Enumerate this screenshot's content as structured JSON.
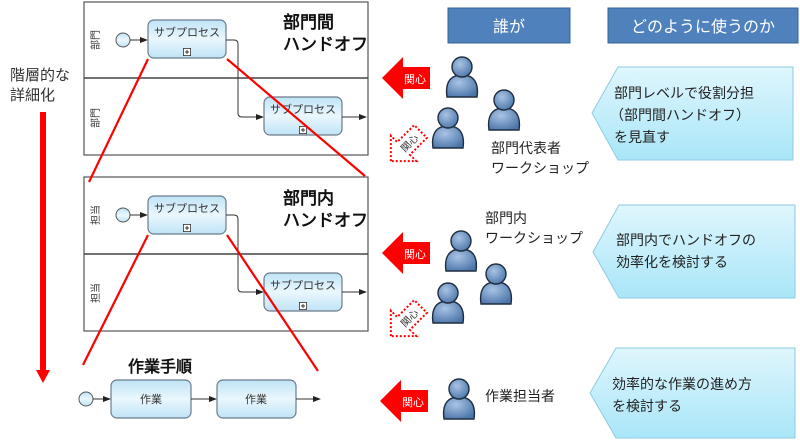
{
  "left": {
    "hierarchy_label": [
      "階層的な",
      "詳細化"
    ],
    "pools": [
      {
        "title": [
          "部門間",
          "ハンドオフ"
        ],
        "lane_labels": [
          "部門",
          "部門"
        ],
        "tasks": [
          "サブプロセス",
          "サブプロセス"
        ]
      },
      {
        "title": [
          "部門内",
          "ハンドオフ"
        ],
        "lane_labels": [
          "担当",
          "担当"
        ],
        "tasks": [
          "サブプロセス",
          "サブプロセス"
        ]
      }
    ],
    "work": {
      "title": "作業手順",
      "tasks": [
        "作業",
        "作業"
      ]
    }
  },
  "headers": {
    "who": "誰が",
    "how": "どのように使うのか"
  },
  "rows": [
    {
      "interest": "関心",
      "indirect_interest": "関心",
      "who": [
        "部門代表者",
        "ワークショップ"
      ],
      "how": [
        "部門レベルで役割分担",
        "（部門間ハンドオフ）",
        "を見直す"
      ]
    },
    {
      "interest": "関心",
      "indirect_interest": "関心",
      "who": [
        "部門内",
        "ワークショップ"
      ],
      "how": [
        "部門内でハンドオフの",
        "効率化を検討する"
      ]
    },
    {
      "interest": "関心",
      "who": [
        "作業担当者"
      ],
      "how": [
        "効率的な作業の進め方",
        "を検討する"
      ]
    }
  ],
  "colors": {
    "header": "#4f81bd",
    "accent_red": "#ff0000",
    "callout": "#c5eefa",
    "person": "#5b84b8"
  },
  "icons": [
    "person-icon",
    "left-arrow-icon",
    "subprocess-marker-icon",
    "start-event-icon"
  ]
}
